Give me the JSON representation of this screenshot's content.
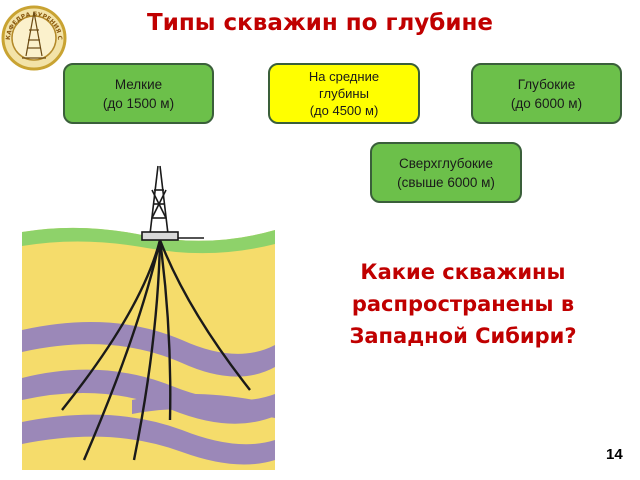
{
  "title": "Типы скважин по глубине",
  "logo": {
    "text": "КАФЕДРА БУРЕНИЯ СКВАЖИН",
    "icon": "derrick-emblem-icon",
    "color": "#c9a332"
  },
  "categories": [
    {
      "name": "Мелкие",
      "range": "(до 1500 м)",
      "color": "#6cc04a"
    },
    {
      "name_line1": "На средние",
      "name_line2": "глубины",
      "range": "(до 4500 м)",
      "color": "#ffff00"
    },
    {
      "name": "Глубокие",
      "range": "(до 6000 м)",
      "color": "#6cc04a"
    },
    {
      "name": "Сверхглубокие",
      "range": "(свыше 6000 м)",
      "color": "#6cc04a"
    }
  ],
  "question": {
    "line1": "Какие скважины",
    "line2": "распространены в",
    "line3": "Западной Сибири?"
  },
  "page_number": "14",
  "illustration": {
    "icon": "oil-well-derrick-illustration",
    "colors": {
      "soil": "#f5dc6b",
      "grass": "#8ed26a",
      "strata": "#9b88b8",
      "wells": "#1a1a1a"
    }
  }
}
